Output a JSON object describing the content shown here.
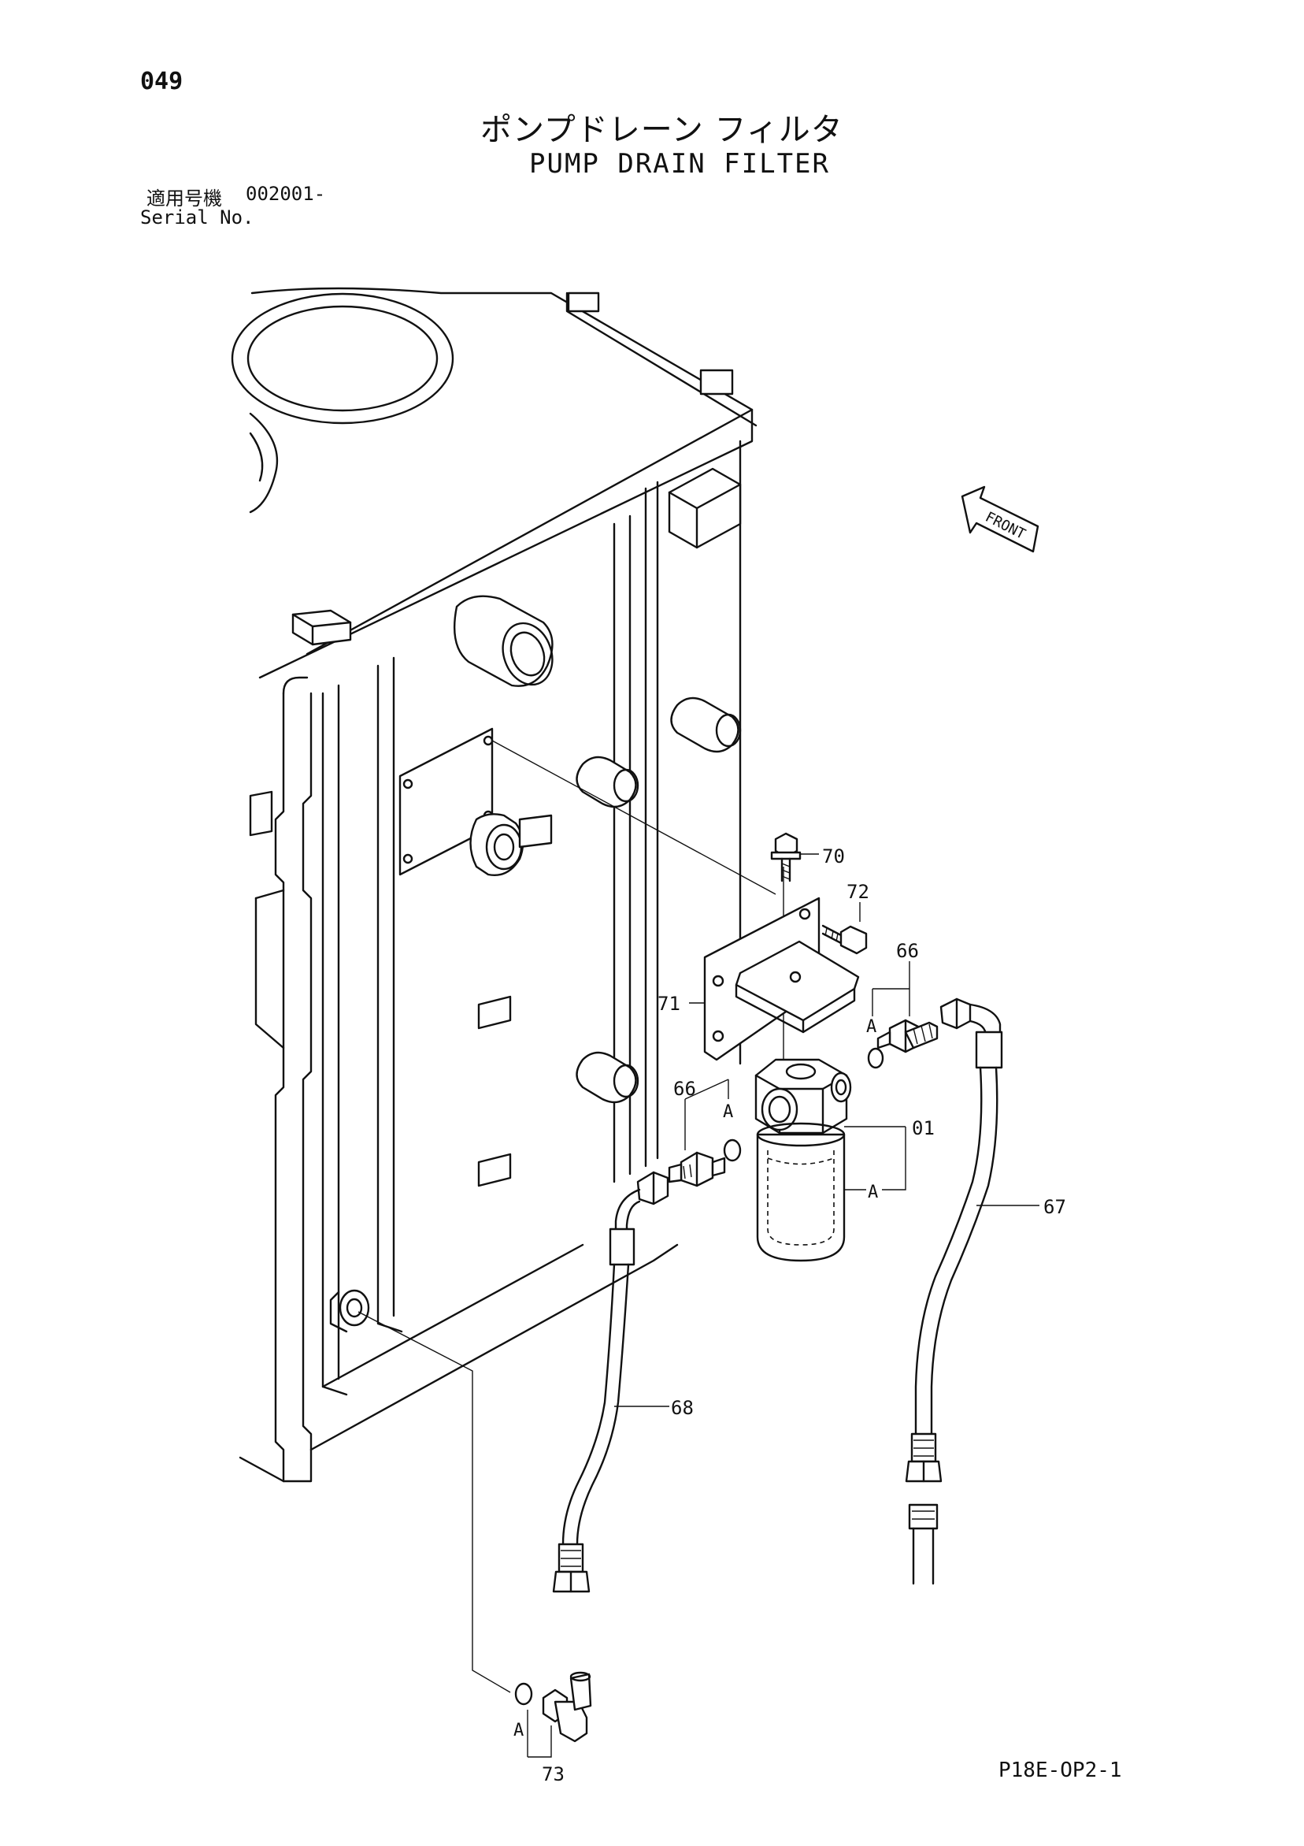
{
  "page": {
    "number": "049",
    "title_jp": "ポンプドレーン フィルタ",
    "title_en": "PUMP DRAIN FILTER",
    "serial_label_jp": "適用号機",
    "serial_value": "002001-",
    "serial_label_en": "Serial No.",
    "sheet_code": "P18E-OP2-1"
  },
  "diagram": {
    "front_label": "FRONT",
    "callouts": {
      "c70": "70",
      "c72": "72",
      "c66_upper": "66",
      "c71": "71",
      "c66_lower": "66",
      "c01": "01",
      "c67": "67",
      "c68": "68",
      "c73": "73"
    },
    "kit_marks": {
      "a1": "A",
      "a2": "A",
      "a3": "A",
      "a4": "A"
    }
  }
}
